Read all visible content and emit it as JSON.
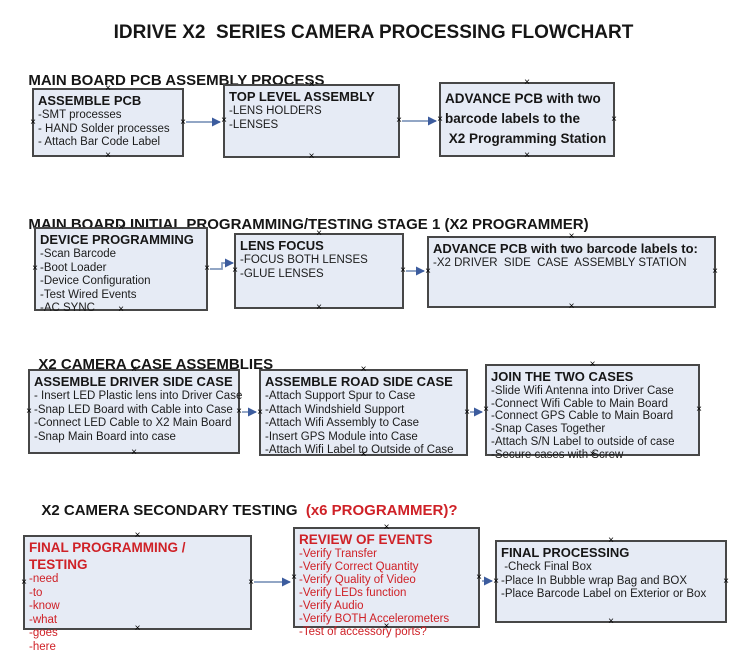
{
  "title": "IDRIVE X2  SERIES CAMERA PROCESSING FLOWCHART",
  "colors": {
    "box_fill": "#e6ebf5",
    "box_border": "#474747",
    "accent_red": "#cf2127",
    "arrow_line": "#8399bd",
    "arrow_head": "#3c5c9e",
    "text": "#161616"
  },
  "icons": {
    "connection_anchor": "×"
  },
  "sections": [
    {
      "heading": "MAIN BOARD PCB ASSEMBLY PROCESS",
      "boxes": [
        {
          "title": "ASSEMBLE PCB",
          "items": [
            "-SMT processes",
            "- HAND Solder processes",
            "- Attach Bar Code Label"
          ]
        },
        {
          "title": "TOP LEVEL ASSEMBLY",
          "items": [
            "-LENS HOLDERS",
            "-LENSES"
          ]
        },
        {
          "title": "ADVANCE PCB with two\nbarcode labels to the\n X2 Programming Station",
          "items": []
        }
      ]
    },
    {
      "heading": "MAIN BOARD INITIAL PROGRAMMING/TESTING STAGE 1 (X2 PROGRAMMER)",
      "boxes": [
        {
          "title": "DEVICE PROGRAMMING",
          "items": [
            "-Scan Barcode",
            "-Boot Loader",
            "-Device Configuration",
            "-Test Wired Events",
            "-AC SYNC"
          ]
        },
        {
          "title": "LENS FOCUS",
          "items": [
            "-FOCUS BOTH LENSES",
            "-GLUE LENSES"
          ]
        },
        {
          "title": "ADVANCE PCB with two barcode labels to:",
          "items": [
            "-X2 DRIVER  SIDE  CASE  ASSEMBLY STATION"
          ]
        }
      ]
    },
    {
      "heading": "X2 CAMERA CASE ASSEMBLIES",
      "boxes": [
        {
          "title": "ASSEMBLE DRIVER SIDE CASE",
          "items": [
            "- Insert LED Plastic lens into Driver Case",
            "-Snap LED Board with Cable into Case",
            "-Connect LED Cable to X2 Main Board",
            "-Snap Main Board into case"
          ]
        },
        {
          "title": "ASSEMBLE ROAD SIDE CASE",
          "items": [
            "-Attach Support Spur to Case",
            "-Attach Windshield Support",
            "-Attach Wifi Assembly to Case",
            "-Insert GPS Module into Case",
            "-Attach Wifi Label to Outside of Case"
          ]
        },
        {
          "title": "JOIN THE TWO CASES",
          "items": [
            "-Slide Wifi Antenna into Driver Case",
            "-Connect Wifi Cable to Main Board",
            "-Connect GPS Cable to Main Board",
            "-Snap Cases Together",
            "-Attach S/N Label to outside of case",
            "-Secure cases with Screw"
          ]
        }
      ]
    },
    {
      "heading": "X2 CAMERA SECONDARY TESTING  ",
      "heading_red": "(x6 PROGRAMMER)?",
      "boxes": [
        {
          "title": "FINAL PROGRAMMING / TESTING",
          "items": [
            "-need",
            "-to",
            "-know",
            "-what",
            "-goes",
            "-here"
          ]
        },
        {
          "title": "REVIEW OF EVENTS",
          "items": [
            "-Verify Transfer",
            "-Verify Correct Quantity",
            "-Verify Quality of Video",
            "-Verify LEDs function",
            "-Verify Audio",
            "-Verify BOTH Accelerometers",
            "-Test of accessory ports?"
          ]
        },
        {
          "title": "FINAL PROCESSING",
          "items": [
            " -Check Final Box",
            "-Place In Bubble wrap Bag and BOX",
            "-Place Barcode Label on Exterior or Box"
          ]
        }
      ]
    }
  ]
}
